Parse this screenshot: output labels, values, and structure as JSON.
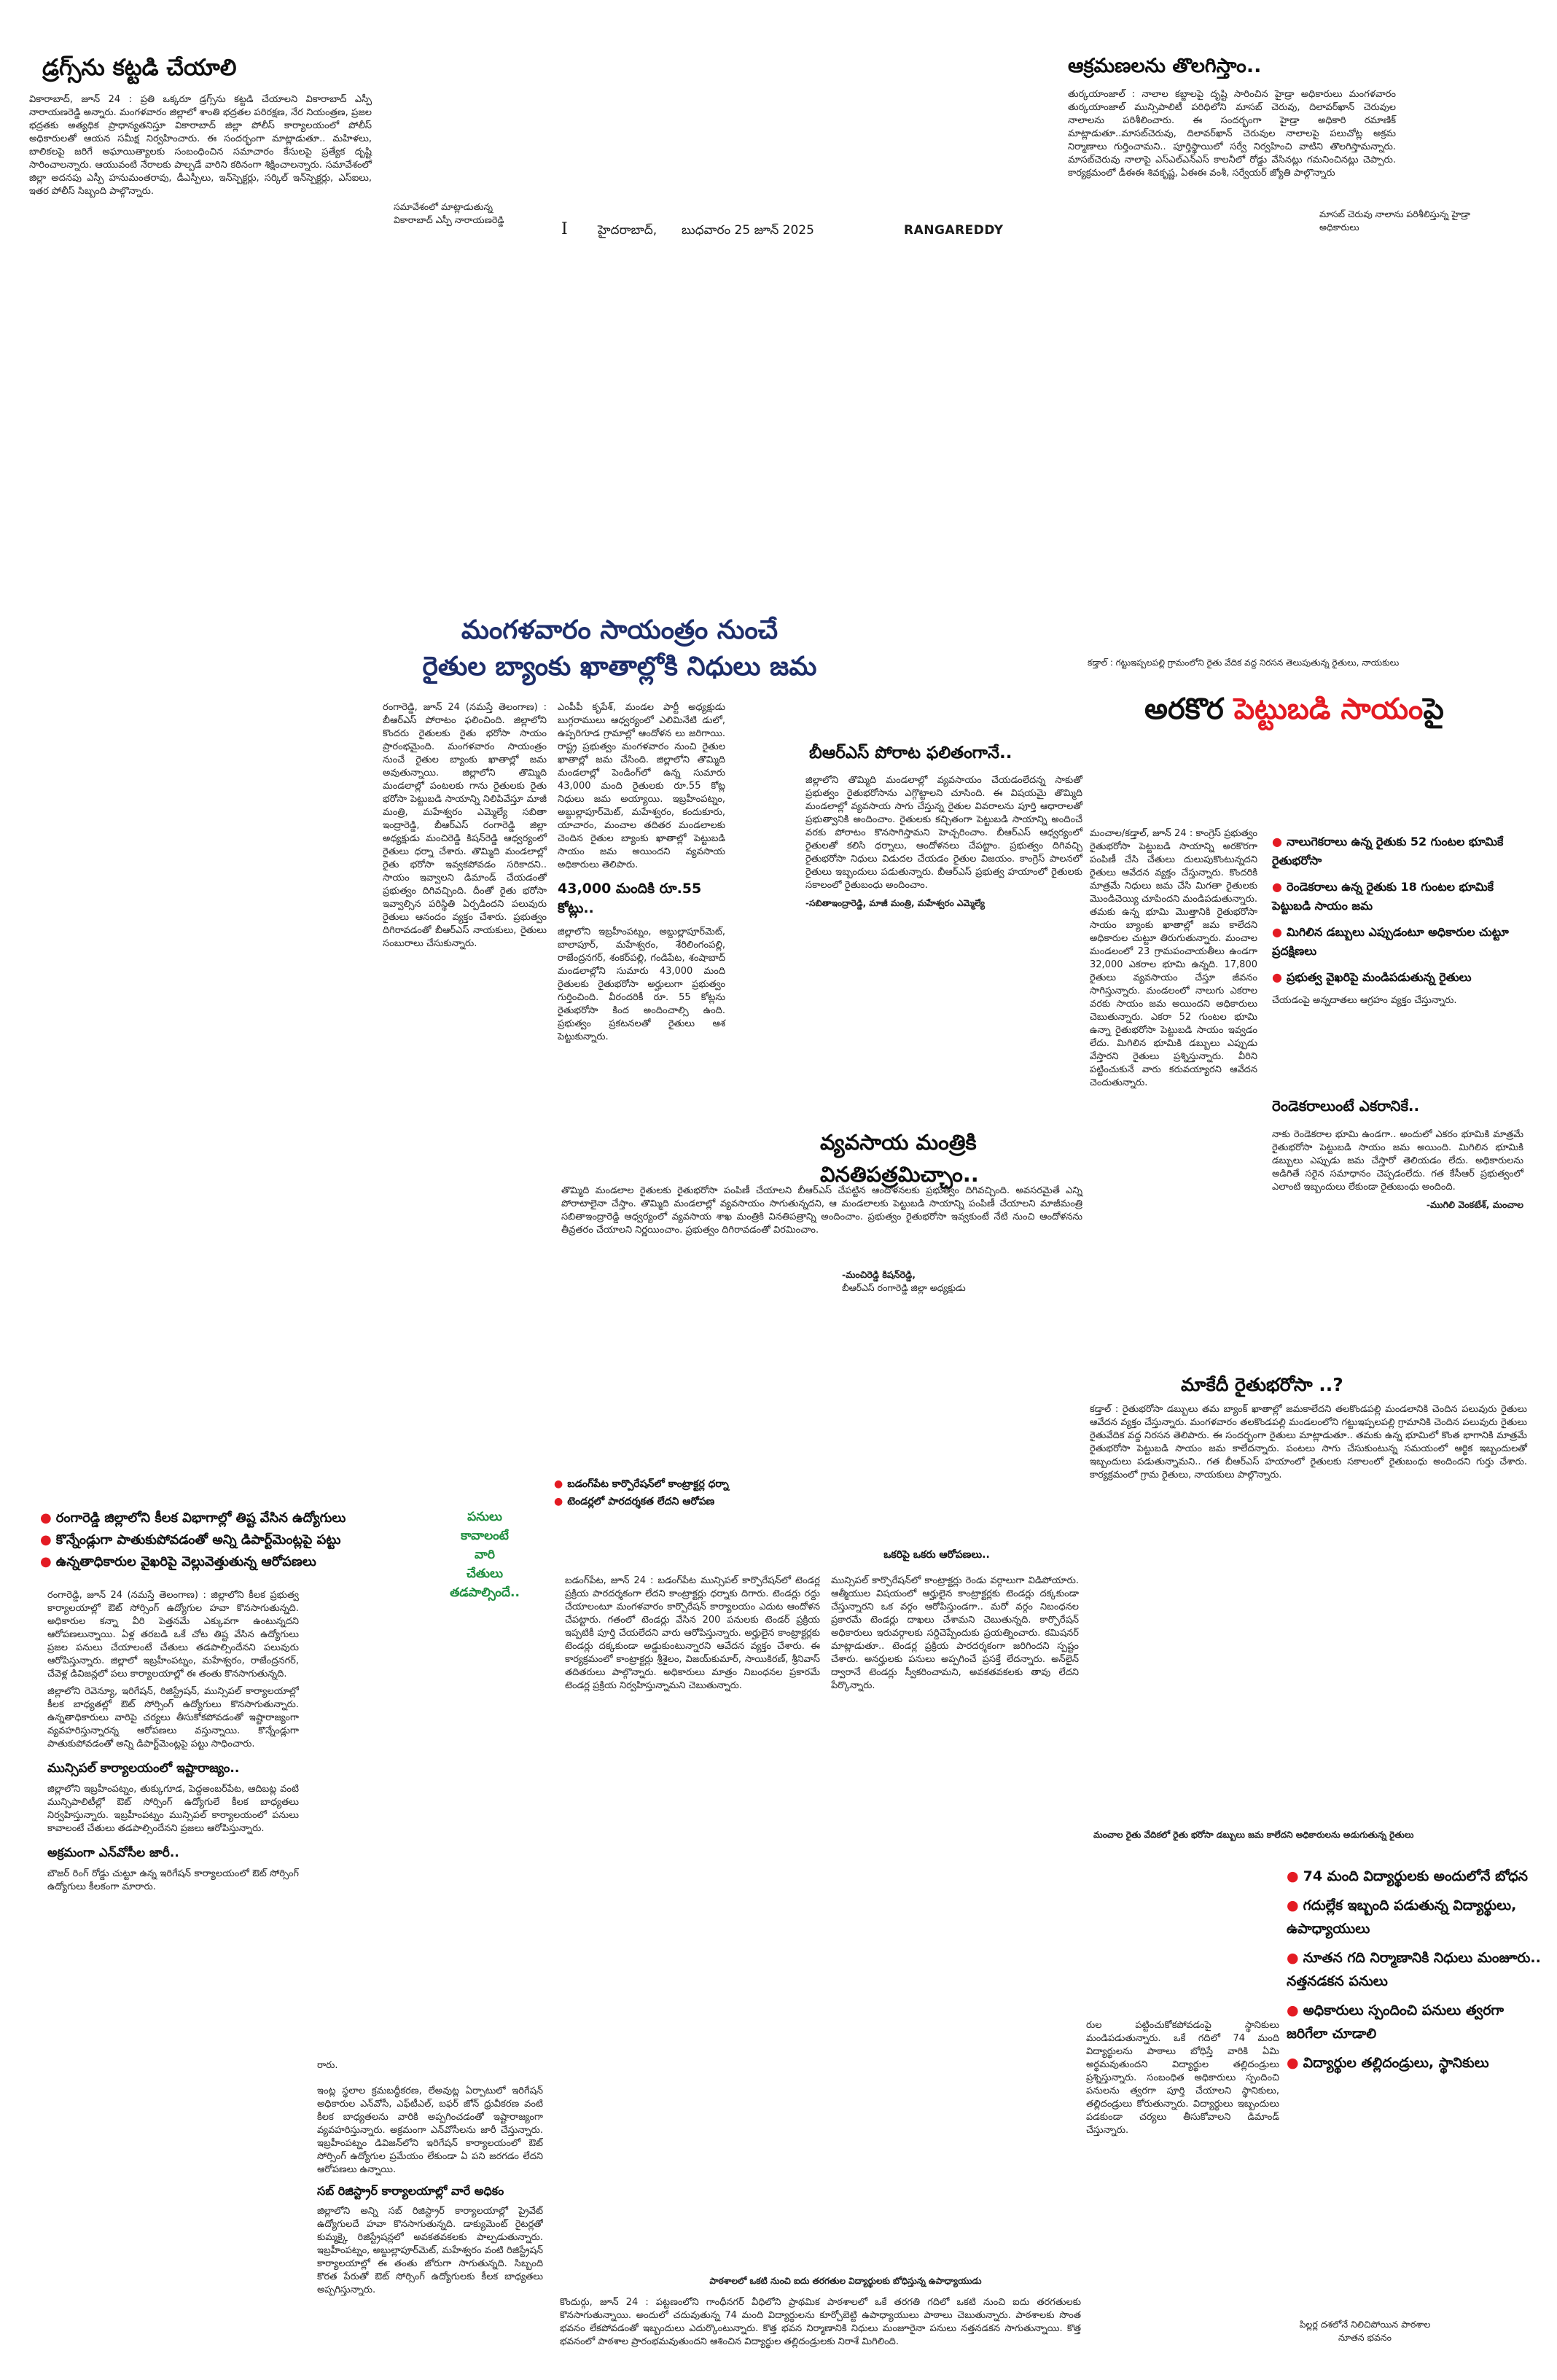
{
  "masthead": {
    "city": "హైదరాబాద్,",
    "date": "బుధవారం 25 జూన్ 2025",
    "edition": "RANGAREDDY",
    "marker": "I"
  },
  "art1": {
    "headline": "డ్రగ్స్‌ను కట్టడి చేయాలి",
    "body": "వికారాబాద్, జూన్ 24 : ప్రతి ఒక్కరూ డ్రగ్స్‌ను కట్టడి చేయాలని వికారాబాద్ ఎస్పీ నారాయణరెడ్డి అన్నారు. మంగళవారం జిల్లాలో శాంతి భద్రతల పరిరక్షణ, నేర నియంత్రణ, ప్రజల భద్రతకు అత్యధిక ప్రాధాన్యతనిస్తూ వికారాబాద్ జిల్లా పోలీస్ కార్యాలయంలో పోలీస్ అధికారులతో ఆయన సమీక్ష నిర్వహించారు. ఈ సందర్భంగా మాట్లాడుతూ.. మహిళలు, బాలికలపై జరిగే అఘాయిత్యాలకు సంబంధించిన సమాచారం కేసులపై ప్రత్యేక దృష్టి సారించాలన్నారు. ఆయువంటి నేరాలకు పాల్పడే వారిని కఠినంగా శిక్షించాలన్నారు. సమావేశంలో జిల్లా అదనపు ఎస్పీ హనుమంతరావు, డీఎస్పీలు, ఇన్‌స్పెక్టర్లు, సర్కిల్ ఇన్‌స్పెక్టర్లు, ఎస్ఐలు, ఇతర పోలీస్ సిబ్బంది పాల్గొన్నారు.",
    "caption": "సమావేశంలో మాట్లాడుతున్న వికారాబాద్ ఎస్పీ నారాయణరెడ్డి"
  },
  "art2": {
    "headline": "ఆక్రమణలను తొలగిస్తాం..",
    "body": "తుర్కయాంజాల్ : నాలాల కబ్జాలపై దృష్టి సారించిన హైడ్రా అధికారులు మంగళవారం తుర్కయాంజాల్ మున్సిపాలిటీ పరిధిలోని మాసబ్ చెరువు, దిలావర్‌ఖాన్ చెరువుల నాలాలను పరిశీలించారు. ఈ సందర్భంగా హైడ్రా అధికారి రమాణిక్ మాట్లాడుతూ..మాసబ్‌చెరువు, దిలావర్‌ఖాన్ చెరువుల నాలాలపై పలుచోట్ల అక్రమ నిర్మాణాలు గుర్తించామని.. పూర్తిస్థాయిలో సర్వే నిర్వహించి వాటిని తొలగిస్తామన్నారు. మాసబ్‌చెరువు నాలాపై ఎస్‌ఎల్ఎన్ఎస్ కాలనీలో రోడ్డు వేసినట్లు గమనించినట్లు చెప్పారు. కార్యక్రమంలో డీఈఈ శివకృష్ణ, ఏఈఈ వంశీ, సర్వేయర్ జ్యోతి పాల్గొన్నారు",
    "caption": "మాసబ్ చెరువు నాలాను పరిశీలిస్తున్న హైడ్రా అధికారులు"
  },
  "art3": {
    "headline_line1": "మంగళవారం సాయంత్రం నుంచే",
    "headline_line2": "రైతుల బ్యాంకు ఖాతాల్లోకి నిధులు జమ",
    "col1": "రంగారెడ్డి, జూన్ 24 (నమస్తే తెలంగాణ) : బీఆర్ఎస్ పోరాటం ఫలించింది. జిల్లాలోని కొందరు రైతులకు రైతు భరోసా సాయం ప్రారంభమైంది. మంగళవారం సాయంత్రం నుంచే రైతుల బ్యాంకు ఖాతాల్లో జమ అవుతున్నాయి. జిల్లాలోని తొమ్మిది మండలాల్లో పంటలకు గాను రైతులకు రైతు భరోసా పెట్టుబడి సాయాన్ని నిలిపివేస్తూ మాజీ మంత్రి, మహేశ్వరం ఎమ్మెల్యే సబితా ఇంద్రారెడ్డి, బీఆర్ఎస్ రంగారెడ్డి జిల్లా అధ్యక్షుడు మంచిరెడ్డి కిషన్‌రెడ్డి ఆధ్వర్యంలో రైతులు ధర్నా చేశారు. తొమ్మిది మండలాల్లో రైతు భరోసా ఇవ్వకపోవడం సరికాదని.. సాయం ఇవ్వాలని డిమాండ్ చేయడంతో ప్రభుత్వం దిగివచ్చింది. దీంతో రైతు భరోసా ఇవ్వాల్సిన పరిస్థితి ఏర్పడిందని పలువురు రైతులు ఆనందం వ్యక్తం చేశారు. ప్రభుత్వం దిగిరావడంతో బీఆర్ఎస్ నాయకులు, రైతులు సంబురాలు చేసుకున్నారు.",
    "col2": "ఎంపీపీ కృపేశ్, మండల పార్టీ అధ్యక్షుడు బుగ్గరాములు ఆధ్వర్యంలో ఎలిమినేటి డులో, ఉప్పరిగూడ గ్రామాల్లో ఆందోళన లు జరిగాయి. రాష్ట్ర ప్రభుత్వం మంగళవారం నుంచి రైతుల ఖాతాల్లో జమ చేసింది. జిల్లాలోని తొమ్మిది మండలాల్లో పెండింగ్‌లో ఉన్న సుమారు 43,000 మంది రైతులకు రూ.55 కోట్ల నిధులు జమ అయ్యాయి. ఇబ్రహీంపట్నం, అబ్దుల్లాపూర్‌మెట్, మహేశ్వరం, కందుకూరు, యాచారం, మంచాల తదితర మండలాలకు చెందిన రైతుల బ్యాంకు ఖాతాల్లో పెట్టుబడి సాయం జమ అయిందని వ్యవసాయ అధికారులు తెలిపారు.",
    "big_num": "43,000 మందికి రూ.55 కోట్లు..",
    "col2b": "జిల్లాలోని ఇబ్రహీంపట్నం, అబ్దుల్లాపూర్‌మెట్, బాలాపూర్, మహేశ్వరం, శేరిలింగంపల్లి, రాజేంద్రనగర్, శంకర్‌పల్లి, గండిపేట, శంషాబాద్ మండలాల్లోని సుమారు 43,000 మంది రైతులకు రైతుభరోసా అర్హులుగా ప్రభుత్వం గుర్తించింది. వీరందరికీ రూ. 55 కోట్లను రైతుభరోసా కింద అందించాల్సి ఉంది. ప్రభుత్వం ప్రకటనలతో రైతులు ఆశ పెట్టుకున్నారు.",
    "sub1": "బీఆర్ఎస్ పోరాట ఫలితంగానే..",
    "sub1_body": "జిల్లాలోని తొమ్మిది మండలాల్లో వ్యవసాయం చేయడంలేదన్న సాకుతో ప్రభుత్వం రైతుభరోసాను ఎగ్గొట్టాలని చూసింది. ఈ విషయమై తొమ్మిది మండలాల్లో వ్యవసాయ సాగు చేస్తున్న రైతుల వివరాలను పూర్తి ఆధారాలతో ప్రభుత్వానికి అందించాం. రైతులకు కచ్చితంగా పెట్టుబడి సాయాన్ని అందించే వరకు పోరాటం కొనసాగిస్తామని హెచ్చరించాం. బీఆర్ఎస్ ఆధ్వర్యంలో రైతులతో కలిసి ధర్నాలు, ఆందోళనలు చేపట్టాం. ప్రభుత్వం దిగివచ్చి రైతుభరోసా నిధులు విడుదల చేయడం రైతుల విజయం. కాంగ్రెస్ పాలనలో రైతులు ఇబ్బందులు పడుతున్నారు. బీఆర్ఎస్ ప్రభుత్వ హయాంలో రైతులకు సకాలంలో రైతుబంధు అందించాం.",
    "sub1_credit": "-సబితాఇంద్రారెడ్డి, మాజీ మంత్రి, మహేశ్వరం ఎమ్మెల్యే",
    "sub2": "వ్యవసాయ మంత్రికి",
    "sub2b": "వినతిపత్రమిచ్చాం..",
    "sub2_body": "తొమ్మిది మండలాల రైతులకు రైతుభరోసా పంపిణీ చేయాలని బీఆర్ఎస్ చేపట్టిన ఆందోళనలకు ప్రభుత్వం దిగివచ్చింది. అవసరమైతే ఎన్ని పోరాటాలైనా చేస్తాం. తొమ్మిది మండలాల్లో వ్యవసాయం సాగుతున్నదని, ఆ మండలాలకు పెట్టుబడి సాయాన్ని పంపిణీ చేయాలని మాజీమంత్రి సబితాఇంద్రారెడ్డి ఆధ్వర్యంలో వ్యవసాయ శాఖ మంత్రికి వినతిపత్రాన్ని అందించాం. ప్రభుత్వం రైతుభరోసా ఇవ్వకుంటే నేటి నుంచి ఆందోళనను తీవ్రతరం చేయాలని నిర్ణయించాం. ప్రభుత్వం దిగిరావడంతో విరమించాం.",
    "sub2_credit1": "-మంచిరెడ్డి కిషన్‌రెడ్డి,",
    "sub2_credit2": "బీఆర్ఎస్ రంగారెడ్డి జిల్లా అధ్యక్షుడు"
  },
  "art4": {
    "kicker": "కడ్తాల్ : గట్టుఇప్పలపల్లి గ్రామంలోని రైతు వేదిక వద్ద నిరసన తెలుపుతున్న రైతులు, నాయకులు",
    "headline_a": "అరకొర ",
    "headline_b": "పెట్టుబడి సాయం",
    "headline_c": "పై",
    "body": "మంచాల/కడ్తాల్, జూన్ 24 : కాంగ్రెస్ ప్రభుత్వం రైతుభరోసా పెట్టుబడి సాయాన్ని అరకొరగా పంపిణీ చేసి చేతులు దులుపుకొంటున్నదని రైతులు ఆవేదన వ్యక్తం చేస్తున్నారు. కొందరికి మాత్రమే నిధులు జమ చేసి మిగతా రైతులకు మొండిచెయ్యి చూపిందని మండిపడుతున్నారు. తమకు ఉన్న భూమి మొత్తానికి రైతుభరోసా సాయం బ్యాంకు ఖాతాల్లో జమ కాలేదని అధికారుల చుట్టూ తిరుగుతున్నారు. మంచాల మండలంలో 23 గ్రామపంచాయతీలు ఉండగా 32,000 ఎకరాల భూమి ఉన్నది. 17,800 రైతులు వ్యవసాయం చేస్తూ జీవనం సాగిస్తున్నారు. మండలంలో నాలుగు ఎకరాల వరకు సాయం జమ అయిందని అధికారులు చెబుతున్నారు. ఎకరా 52 గుంటల భూమి ఉన్నా రైతుభరోసా పెట్టుబడి సాయం ఇవ్వడం లేదు. మిగిలిన భూమికి డబ్బులు ఎప్పుడు వేస్తారని రైతులు ప్రశ్నిస్తున్నారు. వీరిని పట్టించుకునే వారు కరువయ్యారని ఆవేదన చెందుతున్నారు.",
    "bullets": [
      "నాలుగెకరాలు ఉన్న రైతుకు 52 గుంటల భూమికే రైతుభరోసా",
      "రెండెకరాలు ఉన్న రైతుకు 18 గుంటల భూమికే పెట్టుబడి సాయం జమ",
      "మిగిలిన డబ్బులు ఎప్పుడంటూ అధికారుల చుట్టూ ప్రదక్షిణలు",
      "ప్రభుత్వ వైఖరిపై మండిపడుతున్న రైతులు"
    ],
    "side_text": "చేయడంపై అన్నదాతలు ఆగ్రహం వ్యక్తం చేస్తున్నారు.",
    "quote_head": "రెండెకరాలుంటే ఎకరానికే..",
    "quote_body": "నాకు రెండెకరాల భూమి ఉండగా.. అందులో ఎకరం భూమికి మాత్రమే రైతుభరోసా పెట్టుబడి సాయం జమ అయింది. మిగిలిన భూమికి డబ్బులు ఎప్పుడు జమ చేస్తారో తెలియడం లేదు. అధికారులను అడిగితే సరైన సమాధానం చెప్పడంలేదు. గత కేసీఆర్ ప్రభుత్వంలో ఎలాంటి ఇబ్బందులు లేకుండా రైతుబంధు అందింది.",
    "quote_credit": "-ముగిలి వెంకటేశ్, మంచాల"
  },
  "art5": {
    "headline": "మాకేదీ రైతుభరోసా ..?",
    "body": "కడ్తాల్ : రైతుభరోసా డబ్బులు తమ బ్యాంక్ ఖాతాల్లో జమకాలేదని తలకొండపల్లి మండలానికి చెందిన పలువురు రైతులు ఆవేదన వ్యక్తం చేస్తున్నారు. మంగళవారం తలకొండపల్లి మండలంలోని గట్టుఇప్పలపల్లి గ్రామానికి చెందిన పలువురు రైతులు రైతువేదిక వద్ద నిరసన తెలిపారు. ఈ సందర్భంగా రైతులు మాట్లాడుతూ.. తమకు ఉన్న భూమిలో కొంత భాగానికి మాత్రమే రైతుభరోసా పెట్టుబడి సాయం జమ కాలేదన్నారు. పంటలు సాగు చేసుకుంటున్న సమయంలో ఆర్థిక ఇబ్బందులతో ఇబ్బందులు పడుతున్నామని.. గత బీఆర్ఎస్ హయాంలో రైతులకు సకాలంలో రైతుబంధు అందిందని గుర్తు చేశారు. కార్యక్రమంలో గ్రామ రైతులు, నాయకులు పాల్గొన్నారు.",
    "caption": "మంచాల రైతు వేదికలో రైతు భరోసా డబ్బులు జమ కాలేదని అధికారులను అడుగుతున్న రైతులు"
  },
  "art6": {
    "bullets": [
      "రంగారెడ్డి జిల్లాలోని కీలక విభాగాల్లో తిష్ట వేసిన ఉద్యోగులు",
      "కొన్నేండ్లుగా పాతుకుపోవడంతో అన్ని డిపార్ట్‌మెంట్లపై పట్టు",
      "ఉన్నతాధికారుల వైఖరిపై వెల్లువెత్తుతున్న ఆరోపణలు"
    ],
    "green_box": [
      "పనులు",
      "కావాలంటే",
      "వారి",
      "చేతులు",
      "తడపాల్సిందే.."
    ],
    "col1": "రంగారెడ్డి, జూన్ 24 (నమస్తే తెలంగాణ) : జిల్లాలోని కీలక ప్రభుత్వ కార్యాలయాల్లో ఔట్ సోర్సింగ్ ఉద్యోగుల హవా కొనసాగుతున్నది. అధికారుల కన్నా వీరి పెత్తనమే ఎక్కువగా ఉంటున్నదని ఆరోపణలున్నాయి. ఏళ్ల తరబడి ఒకే చోట తిష్ట వేసిన ఉద్యోగులు ప్రజల పనులు చేయాలంటే చేతులు తడపాల్సిందేనని పలువురు ఆరోపిస్తున్నారు. జిల్లాలో ఇబ్రహీంపట్నం, మహేశ్వరం, రాజేంద్రనగర్, చేవెళ్ల డివిజన్లలో పలు కార్యాలయాల్లో ఈ తంతు కొనసాగుతున్నది.",
    "col1b": "జిల్లాలోని రెవెన్యూ, ఇరిగేషన్, రిజిస్ట్రేషన్, మున్సిపల్ కార్యాలయాల్లో కీలక బాధ్యతల్లో ఔట్ సోర్సింగ్ ఉద్యోగులు కొనసాగుతున్నారు. ఉన్నతాధికారులు వారిపై చర్యలు తీసుకోకపోవడంతో ఇష్టారాజ్యంగా వ్యవహరిస్తున్నారన్న ఆరోపణలు వస్తున్నాయి. కొన్నేండ్లుగా పాతుకుపోవడంతో అన్ని డిపార్ట్‌మెంట్లపై పట్టు సాధించారు.",
    "sub_municipal": "మున్సిపల్ కార్యాలయంలో ఇష్టారాజ్యం..",
    "municipal_body": "జిల్లాలోని ఇబ్రహీంపట్నం, తుక్కుగూడ, పెద్దఅంబర్‌పేట, ఆదిబట్ల వంటి మున్సిపాలిటీల్లో ఔట్ సోర్సింగ్ ఉద్యోగులే కీలక బాధ్యతలు నిర్వహిస్తున్నారు. ఇబ్రహీంపట్నం మున్సిపల్ కార్యాలయంలో పనులు కావాలంటే చేతులు తడపాల్సిందేనని ప్రజలు ఆరోపిస్తున్నారు.",
    "sub_acram": "అక్రమంగా ఎన్‌వోసీల జారీ..",
    "acram_body": "బౌజర్ రింగ్ రోడ్డు చుట్టూ ఉన్న ఇరిగేషన్ కార్యాలయంలో ఔట్ సోర్సింగ్ ఉద్యోగులు కీలకంగా మారారు.",
    "col2_top": "రారు.",
    "col2": "ఇంట్ల స్థలాల క్రమబద్ధీకరణ, లేఅవుట్ల ఏర్పాటులో ఇరిగేషన్ అధికారుల ఎన్‌వోసీ, ఎఫ్‌టీఎల్, బఫర్ జోన్ ధ్రువీకరణ వంటి కీలక బాధ్యతలను వారికి అప్పగించడంతో ఇష్టారాజ్యంగా వ్యవహరిస్తున్నారు. అక్రమంగా ఎన్‌వోసీలను జారీ చేస్తున్నారు. ఇబ్రహీంపట్నం డివిజన్‌లోని ఇరిగేషన్ కార్యాలయంలో ఔట్ సోర్సింగ్ ఉద్యోగుల ప్రమేయం లేకుండా ఏ పని జరగడం లేదని ఆరోపణలు ఉన్నాయి.",
    "sub_registrar": "సబ్ రిజిస్ట్రార్ కార్యాలయాల్లో వారే అధికం",
    "registrar_body": "జిల్లాలోని అన్ని సబ్ రిజిస్ట్రార్ కార్యాలయాల్లో ప్రైవేట్ ఉద్యోగులదే హవా కొనసాగుతున్నది. డాక్యుమెంట్ రైటర్లతో కుమ్మక్కై రిజిస్ట్రేషన్లలో అవకతవకలకు పాల్పడుతున్నారు. ఇబ్రహీంపట్నం, అబ్దుల్లాపూర్‌మెట్, మహేశ్వరం వంటి రిజిస్ట్రేషన్ కార్యాలయాల్లో ఈ తంతు జోరుగా సాగుతున్నది. సిబ్బంది కొరత పేరుతో ఔట్ సోర్సింగ్ ఉద్యోగులకు కీలక బాధ్యతలు అప్పగిస్తున్నారు."
  },
  "art7": {
    "bullets": [
      "బడంగ్‌పేట కార్పొరేషన్‌లో కాంట్రాక్టర్ల ధర్నా",
      "టెండర్లలో పారదర్శకత లేదని ఆరోపణ"
    ],
    "headline": "ఒకరిపై ఒకరు ఆరోపణలు..",
    "col1": "బడంగ్‌పేట, జూన్ 24 : బడంగ్‌పేట మున్సిపల్ కార్పొరేషన్‌లో టెండర్ల ప్రక్రియ పారదర్శకంగా లేదని కాంట్రాక్టర్లు ధర్నాకు దిగారు. టెండర్లు రద్దు చేయాలంటూ మంగళవారం కార్పొరేషన్ కార్యాలయం ఎదుట ఆందోళన చేపట్టారు. గతంలో టెండర్లు వేసిన 200 పనులకు టెండర్ ప్రక్రియ ఇప్పటికీ పూర్తి చేయలేదని వారు ఆరోపిస్తున్నారు. అర్హులైన కాంట్రాక్టర్లకు టెండర్లు దక్కకుండా అడ్డుకుంటున్నారని ఆవేదన వ్యక్తం చేశారు. ఈ కార్యక్రమంలో కాంట్రాక్టర్లు శ్రీశైలం, విజయ్‌కుమార్, సాయికిరణ్, శ్రీనివాస్ తదితరులు పాల్గొన్నారు. అధికారులు మాత్రం నిబంధనల ప్రకారమే టెండర్ల ప్రక్రియ నిర్వహిస్తున్నామని చెబుతున్నారు.",
    "col2": "మున్సిపల్ కార్పొరేషన్‌లో కాంట్రాక్టర్లు రెండు వర్గాలుగా విడిపోయారు. ఆత్మీయుల విషయంలో ఆర్హులైన కాంట్రాక్టర్లకు టెండర్లు దక్కకుండా చేస్తున్నారని ఒక వర్గం ఆరోపిస్తుండగా.. మరో వర్గం నిబంధనల ప్రకారమే టెండర్లు దాఖలు చేశామని చెబుతున్నది. కార్పొరేషన్ అధికారులు ఇరువర్గాలకు సర్దిచెప్పేందుకు ప్రయత్నించారు. కమిషనర్ మాట్లాడుతూ.. టెండర్ల ప్రక్రియ పారదర్శకంగా జరిగిందని స్పష్టం చేశారు. అనర్హులకు పనులు అప్పగించే ప్రసక్తే లేదన్నారు. అన్‌లైన్ ద్వారానే టెండర్లు స్వీకరించామని, అవకతవకలకు తావు లేదని పేర్కొన్నారు."
  },
  "art8": {
    "bullets": [
      "74 మంది విద్యార్థులకు అందులోనే బోధన",
      "గదుల్లేక ఇబ్బంది పడుతున్న విద్యార్థులు, ఉపాధ్యాయులు",
      "నూతన గది నిర్మాణానికి నిధులు మంజూరు.. నత్తనడకన పనులు",
      "అధికారులు స్పందించి పనులు త్వరగా జరిగేలా చూడాలి",
      "విద్యార్థుల తల్లిదండ్రులు, స్థానికులు"
    ],
    "body": "రుల పట్టించుకోకపోవడంపై స్థానికులు మండిపడుతున్నారు. ఒకే గదిలో 74 మంది విద్యార్థులను పాఠాలు బోధిస్తే వారికి ఏమి అర్థమవుతుందని విద్యార్థుల తల్లిదండ్రులు ప్రశ్నిస్తున్నారు. సంబంధిత అధికారులు స్పందించి పనులను త్వరగా పూర్తి చేయాలని స్థానికులు, తల్లిదండ్రులు కోరుతున్నారు. విద్యార్థులు ఇబ్బందులు పడకుండా చర్యలు తీసుకోవాలని డిమాండ్ చేస్తున్నారు.",
    "headline": "పాఠశాలలో ఒకటి నుంచి ఐదు తరగతుల విద్యార్థులకు బోధిస్తున్న ఉపాధ్యాయుడు",
    "main_body": "కొందుర్గు, జూన్ 24 : పట్టణంలోని గాంధీనగర్ వీధిలోని ప్రాథమిక పాఠశాలలో ఒకే తరగతి గదిలో ఒకటి నుంచి ఐదు తరగతులకు కొనసాగుతున్నాయి. అందులో చదువుతున్న 74 మంది విద్యార్థులను కూర్చోబెట్టి ఉపాధ్యాయులు పాఠాలు చెబుతున్నారు. పాఠశాలకు సొంత భవనం లేకపోవడంతో ఇబ్బందులు ఎదుర్కొంటున్నారు. కొత్త భవన నిర్మాణానికి నిధులు మంజూరైనా పనులు నత్తనడకన సాగుతున్నాయి. కొత్త భవనంలో పాఠశాల ప్రారంభమవుతుందని ఆశించిన విద్యార్థుల తల్లిదండ్రులకు నిరాశే మిగిలింది.",
    "caption": "పిల్లర్ల దశలోనే నిలిచిపోయిన పాఠశాల నూతన భవనం"
  }
}
